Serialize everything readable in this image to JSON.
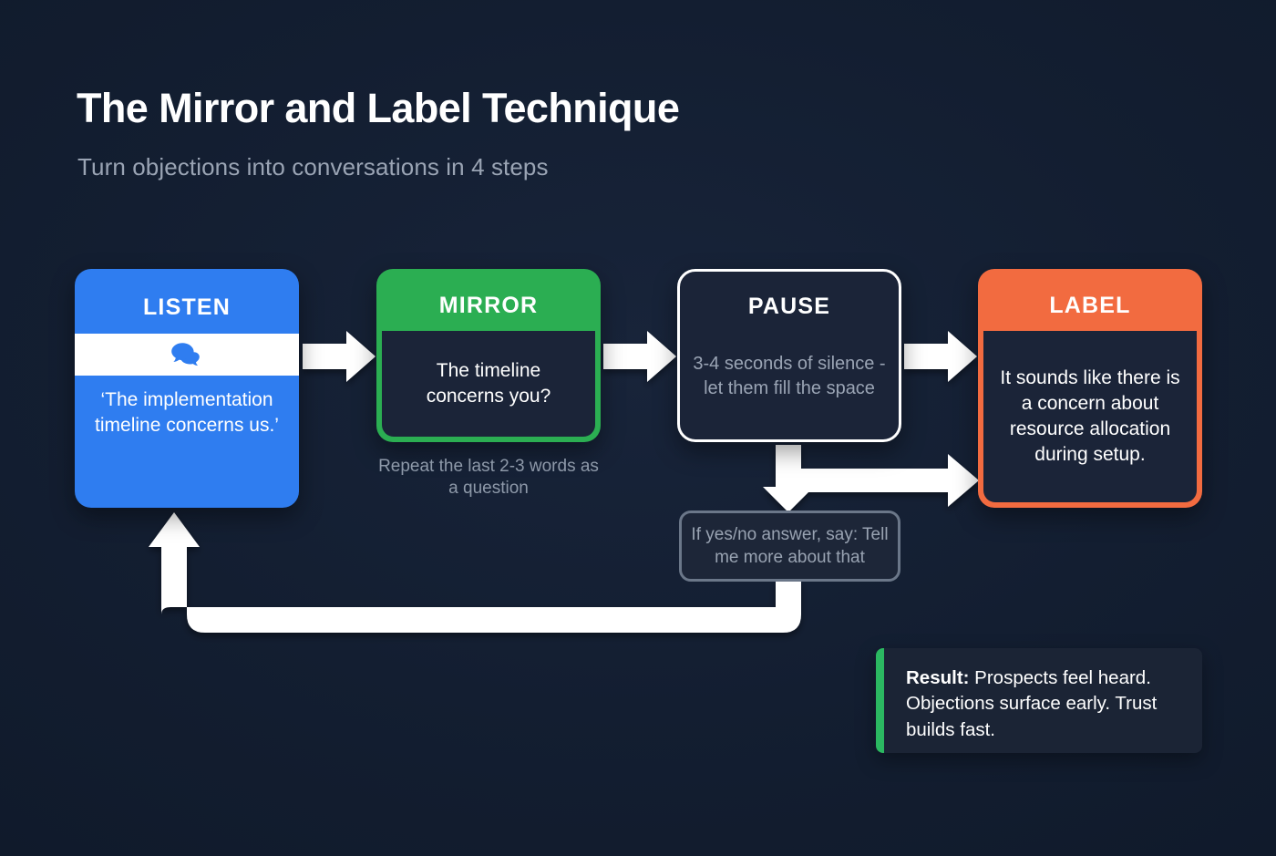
{
  "header": {
    "title": "The Mirror and Label Technique",
    "subtitle": "Turn objections into conversations in 4 steps"
  },
  "colors": {
    "background": "#131e31",
    "listen": "#2f7df0",
    "mirror": "#2bae52",
    "pause_border": "#ffffff",
    "label": "#f26b40",
    "panel": "#1b2438",
    "note_border": "#6b7789",
    "result_accent": "#2bb861",
    "arrow": "#ffffff",
    "muted_text": "#9aa4b4"
  },
  "steps": [
    {
      "id": "listen",
      "header": "LISTEN",
      "icon": "speech-bubbles-icon",
      "body": "‘The implementation timeline concerns us.’",
      "caption": ""
    },
    {
      "id": "mirror",
      "header": "MIRROR",
      "body": "The timeline concerns you?",
      "caption": "Repeat the last 2-3 words as a question"
    },
    {
      "id": "pause",
      "header": "PAUSE",
      "body": "3-4 seconds of silence - let them fill the space",
      "caption": ""
    },
    {
      "id": "label",
      "header": "LABEL",
      "body": "It sounds like there is a concern about resource allocation during setup.",
      "caption": ""
    }
  ],
  "note": {
    "text": "If yes/no answer, say: Tell me more about that"
  },
  "result": {
    "label": "Result:",
    "text": " Prospects feel heard. Objections surface early. Trust builds fast."
  }
}
